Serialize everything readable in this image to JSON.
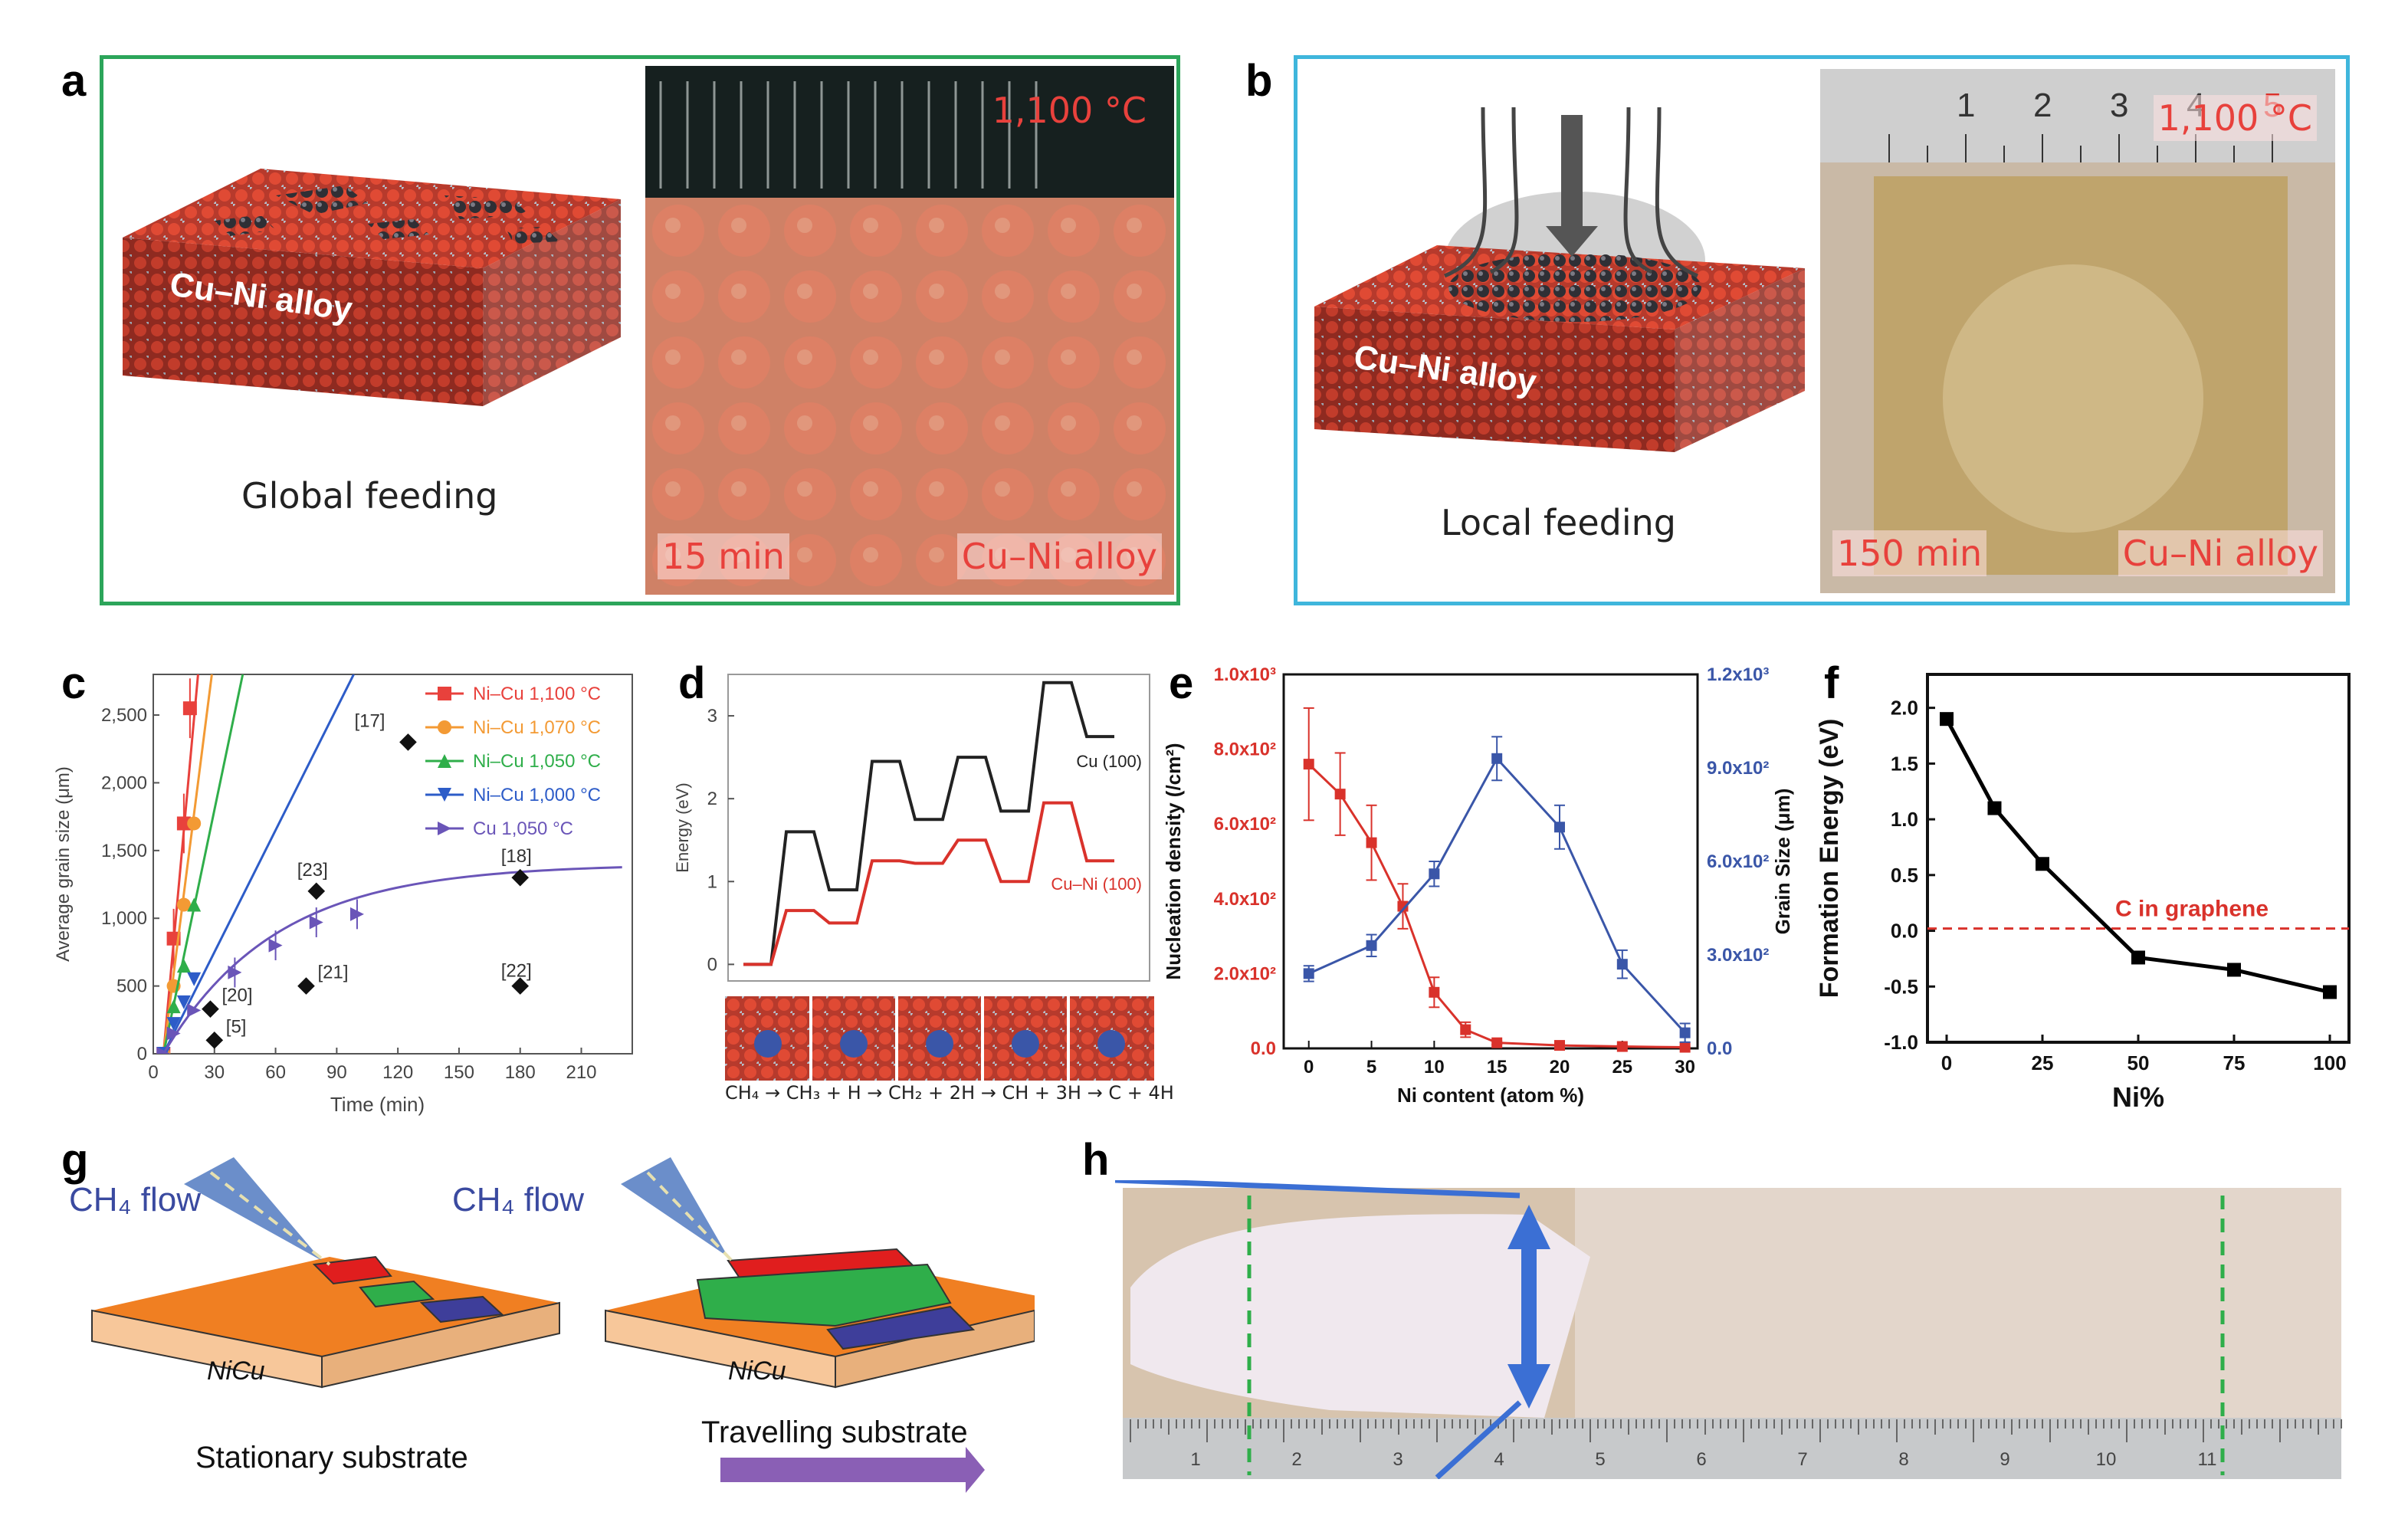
{
  "panels": {
    "a": {
      "label": "a",
      "caption": "Global feeding",
      "alloy": "Cu–Ni alloy",
      "photo_temp": "1,100 °C",
      "photo_time": "15 min",
      "photo_material": "Cu–Ni alloy"
    },
    "b": {
      "label": "b",
      "caption": "Local feeding",
      "alloy": "Cu–Ni alloy",
      "photo_temp": "1,100 °C",
      "photo_time": "150 min",
      "photo_material": "Cu–Ni alloy",
      "ruler_ticks": [
        "1",
        "2",
        "3",
        "4",
        "5"
      ]
    },
    "c": {
      "label": "c"
    },
    "d": {
      "label": "d",
      "reaction": "CH₄ → CH₃ + H → CH₂ + 2H → CH + 3H → C + 4H"
    },
    "e": {
      "label": "e"
    },
    "f": {
      "label": "f"
    },
    "g": {
      "label": "g",
      "flow1": "CH₄ flow",
      "flow2": "CH₄ flow",
      "substrate1": "NiCu",
      "substrate2": "NiCu",
      "caption1": "Stationary substrate",
      "caption2": "Travelling substrate"
    },
    "h": {
      "label": "h",
      "ruler_ticks": [
        "1",
        "2",
        "3",
        "4",
        "5",
        "6",
        "7",
        "8",
        "9",
        "10",
        "11"
      ]
    }
  },
  "colors": {
    "frame_a": "#2ca55a",
    "frame_b": "#3fb6dc",
    "red": "#d9322b",
    "blue": "#3a56a8",
    "copper": "#c8493a"
  },
  "chart_data": [
    {
      "id": "c",
      "type": "scatter",
      "xlabel": "Time (min)",
      "ylabel": "Average grain size (μm)",
      "xlim": [
        0,
        235
      ],
      "ylim": [
        0,
        2800
      ],
      "xticks": [
        0,
        30,
        60,
        90,
        120,
        150,
        180,
        210
      ],
      "yticks": [
        0,
        500,
        1000,
        1500,
        2000,
        2500
      ],
      "ytick_labels": [
        "0",
        "500",
        "1,000",
        "1,500",
        "2,000",
        "2,500"
      ],
      "legend_position": "top-right",
      "series": [
        {
          "name": "Ni–Cu 1,100 °C",
          "color": "#e8413c",
          "marker": "square",
          "x": [
            5,
            10,
            15,
            18
          ],
          "y": [
            0,
            850,
            1700,
            2550
          ],
          "fit_slope": 165
        },
        {
          "name": "Ni–Cu 1,070 °C",
          "color": "#f39a34",
          "marker": "circle",
          "x": [
            5,
            10,
            15,
            20
          ],
          "y": [
            0,
            500,
            1100,
            1700
          ],
          "fit_slope": 118
        },
        {
          "name": "Ni–Cu 1,050 °C",
          "color": "#2fae4a",
          "marker": "triangle",
          "x": [
            5,
            10,
            15,
            20
          ],
          "y": [
            0,
            350,
            650,
            1100
          ],
          "fit_slope": 72
        },
        {
          "name": "Ni–Cu 1,000 °C",
          "color": "#2d5cc8",
          "marker": "triangle-down",
          "x": [
            5,
            10,
            15,
            20
          ],
          "y": [
            0,
            220,
            380,
            550
          ],
          "fit_slope": 30
        },
        {
          "name": "Cu 1,050 °C",
          "color": "#6a55b8",
          "marker": "triangle-right",
          "x": [
            5,
            10,
            20,
            40,
            60,
            80,
            100
          ],
          "y": [
            0,
            150,
            320,
            600,
            800,
            970,
            1030
          ]
        }
      ],
      "references": [
        {
          "label": "[5]",
          "x": 30,
          "y": 100
        },
        {
          "label": "[20]",
          "x": 28,
          "y": 330
        },
        {
          "label": "[21]",
          "x": 75,
          "y": 500
        },
        {
          "label": "[23]",
          "x": 80,
          "y": 1200
        },
        {
          "label": "[17]",
          "x": 125,
          "y": 2300
        },
        {
          "label": "[18]",
          "x": 180,
          "y": 1300
        },
        {
          "label": "[22]",
          "x": 180,
          "y": 500
        }
      ]
    },
    {
      "id": "d",
      "type": "line",
      "ylabel": "Energy (eV)",
      "ylim": [
        -0.2,
        3.5
      ],
      "yticks": [
        0,
        1,
        2,
        3
      ],
      "series": [
        {
          "name": "Cu (100)",
          "color": "#222222",
          "levels": [
            0,
            1.6,
            0.9,
            2.45,
            1.75,
            2.5,
            1.85,
            3.4,
            2.75
          ]
        },
        {
          "name": "Cu–Ni (100)",
          "color": "#d9322b",
          "levels": [
            0,
            0.65,
            0.5,
            1.25,
            1.22,
            1.5,
            1.0,
            1.95,
            1.25
          ]
        }
      ]
    },
    {
      "id": "e",
      "type": "line",
      "xlabel": "Ni content (atom %)",
      "ylabel": "Nucleation density (/cm²)",
      "ylabel_right": "Grain Size (μm)",
      "xlim": [
        -2,
        31
      ],
      "xticks": [
        0,
        5,
        10,
        15,
        20,
        25,
        30
      ],
      "ylim_left": [
        0,
        1000
      ],
      "yticks_left": [
        "0.0",
        "2.0x10²",
        "4.0x10²",
        "6.0x10²",
        "8.0x10²",
        "1.0x10³"
      ],
      "ylim_right": [
        0,
        1200
      ],
      "yticks_right": [
        "0.0",
        "3.0x10²",
        "6.0x10²",
        "9.0x10²",
        "1.2x10³"
      ],
      "series": [
        {
          "name": "Nucleation density",
          "axis": "left",
          "color": "#d9322b",
          "x": [
            0,
            2.5,
            5,
            7.5,
            10,
            12.5,
            15,
            20,
            25,
            30
          ],
          "y": [
            760,
            680,
            550,
            380,
            150,
            50,
            15,
            8,
            5,
            3
          ],
          "err": [
            150,
            110,
            100,
            60,
            40,
            20,
            5,
            3,
            3,
            2
          ]
        },
        {
          "name": "Grain size",
          "axis": "right",
          "color": "#3a56a8",
          "x": [
            0,
            5,
            10,
            15,
            20,
            25,
            30
          ],
          "y": [
            240,
            330,
            560,
            930,
            710,
            270,
            50
          ],
          "err": [
            25,
            35,
            40,
            70,
            70,
            45,
            30
          ]
        }
      ]
    },
    {
      "id": "f",
      "type": "line",
      "xlabel": "Ni%",
      "ylabel": "Formation Energy (eV)",
      "xlim": [
        -5,
        105
      ],
      "xticks": [
        0,
        25,
        50,
        75,
        100
      ],
      "ylim": [
        -1.0,
        2.3
      ],
      "yticks": [
        "-1.0",
        "-0.5",
        "0.0",
        "0.5",
        "1.0",
        "1.5",
        "2.0"
      ],
      "reference_line": {
        "label": "C in graphene",
        "y": 0.02,
        "color": "#d9322b"
      },
      "series": [
        {
          "name": "Formation energy",
          "color": "#000000",
          "x": [
            0,
            12.5,
            25,
            50,
            75,
            100
          ],
          "y": [
            1.9,
            1.1,
            0.6,
            -0.24,
            -0.35,
            -0.55
          ]
        }
      ]
    }
  ]
}
